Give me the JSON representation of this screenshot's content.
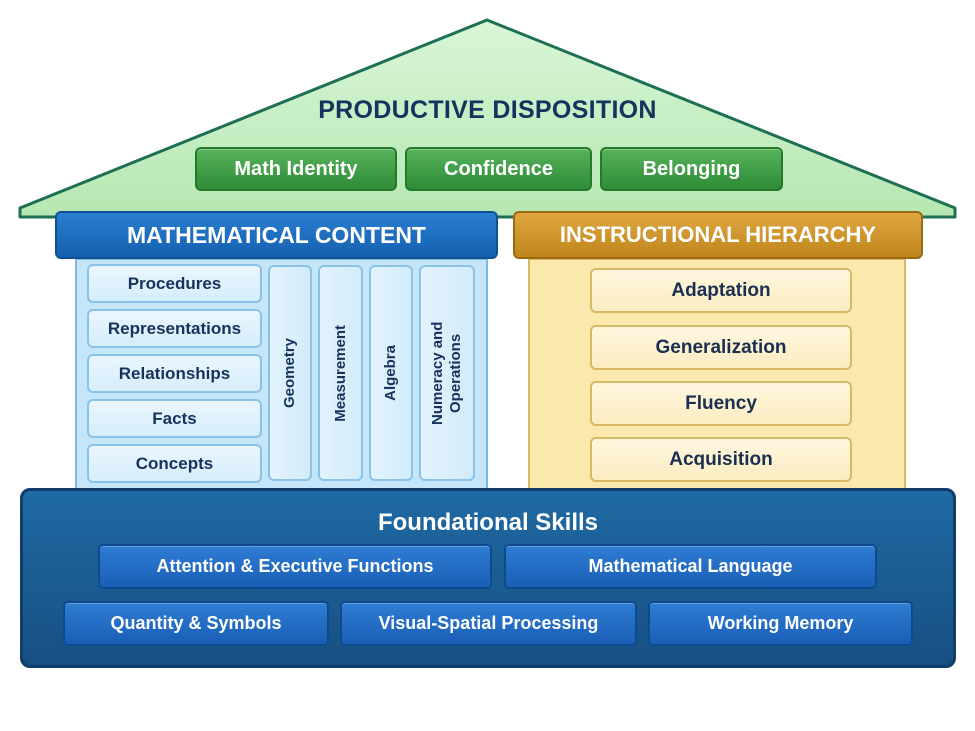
{
  "roof": {
    "title": "PRODUCTIVE DISPOSITION",
    "items": [
      "Math Identity",
      "Confidence",
      "Belonging"
    ]
  },
  "math_content": {
    "title": "MATHEMATICAL CONTENT",
    "items": [
      "Procedures",
      "Representations",
      "Relationships",
      "Facts",
      "Concepts"
    ],
    "columns": [
      "Geometry",
      "Measurement",
      "Algebra",
      "Numeracy and Operations"
    ]
  },
  "instructional_hierarchy": {
    "title": "INSTRUCTIONAL HIERARCHY",
    "items": [
      "Adaptation",
      "Generalization",
      "Fluency",
      "Acquisition"
    ]
  },
  "foundation": {
    "title": "Foundational Skills",
    "row1": [
      "Attention & Executive Functions",
      "Mathematical Language"
    ],
    "row2": [
      "Quantity & Symbols",
      "Visual-Spatial Processing",
      "Working Memory"
    ]
  },
  "colors": {
    "roof_fill": "#c8f0c6",
    "roof_stroke": "#1f6f54",
    "green_button": "#3a9a40",
    "math_blue": "#1f6fc2",
    "instructional_gold": "#d39a30",
    "foundation_blue": "#1b5c92"
  }
}
